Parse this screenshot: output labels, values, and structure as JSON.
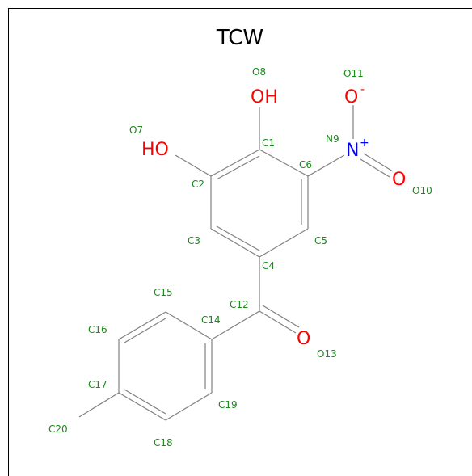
{
  "title": "TCW",
  "colors": {
    "label": "#1a8a1a",
    "oxygen": "#ff0000",
    "nitrogen": "#0000ff",
    "bond": "#808080"
  },
  "atoms": {
    "o7_group": "HO",
    "o8_group": "OH",
    "n9": "N",
    "n9_charge": "+",
    "o10": "O",
    "o11": "O",
    "o11_charge": "-",
    "o13": "O"
  },
  "labels": {
    "c1": "C1",
    "c2": "C2",
    "c3": "C3",
    "c4": "C4",
    "c5": "C5",
    "c6": "C6",
    "o7": "O7",
    "o8": "O8",
    "n9": "N9",
    "o10": "O10",
    "o11": "O11",
    "c12": "C12",
    "o13": "O13",
    "c14": "C14",
    "c15": "C15",
    "c16": "C16",
    "c17": "C17",
    "c18": "C18",
    "c19": "C19",
    "c20": "C20"
  }
}
